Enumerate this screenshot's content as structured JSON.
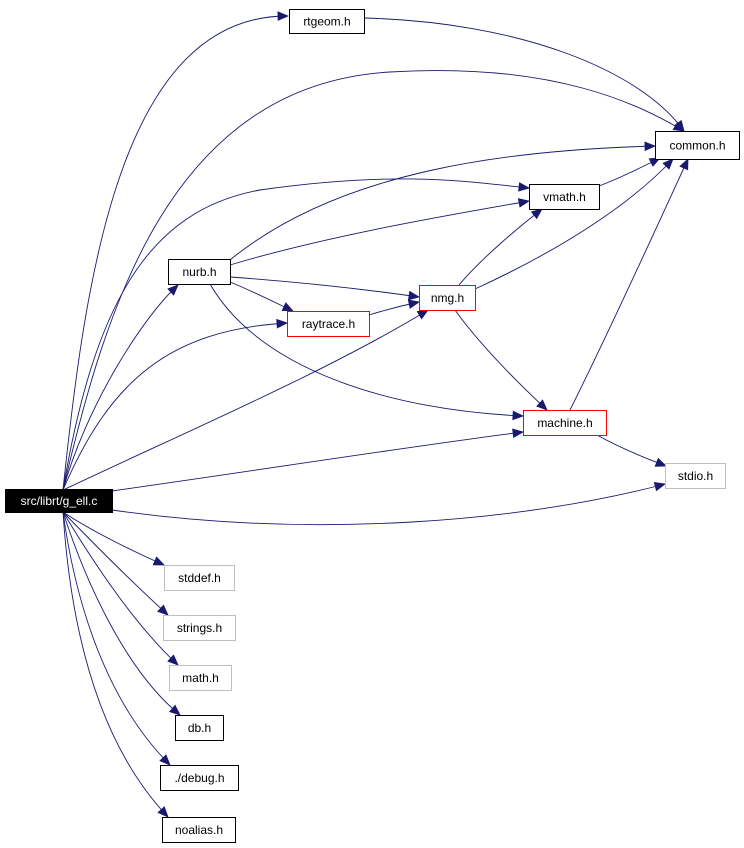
{
  "diagram": {
    "type": "include-dependency-graph",
    "colors": {
      "edge": "#191970",
      "root_fill": "#000000",
      "root_text": "#ffffff",
      "node_border": "#000000",
      "truncated_border": "#ff0000",
      "undocumented_border": "#bfbfbf",
      "text": "#000000"
    },
    "nodes": [
      {
        "id": "root",
        "label": "src/librt/g_ell.c",
        "style": "root"
      },
      {
        "id": "rtgeom",
        "label": "rtgeom.h",
        "style": "normal"
      },
      {
        "id": "common",
        "label": "common.h",
        "style": "normal"
      },
      {
        "id": "vmath",
        "label": "vmath.h",
        "style": "normal"
      },
      {
        "id": "nurb",
        "label": "nurb.h",
        "style": "normal"
      },
      {
        "id": "nmg",
        "label": "nmg.h",
        "style": "truncated"
      },
      {
        "id": "raytrace",
        "label": "raytrace.h",
        "style": "truncated"
      },
      {
        "id": "machine",
        "label": "machine.h",
        "style": "truncated"
      },
      {
        "id": "stdio",
        "label": "stdio.h",
        "style": "undocumented"
      },
      {
        "id": "stddef",
        "label": "stddef.h",
        "style": "undocumented"
      },
      {
        "id": "strings",
        "label": "strings.h",
        "style": "undocumented"
      },
      {
        "id": "math",
        "label": "math.h",
        "style": "undocumented"
      },
      {
        "id": "db",
        "label": "db.h",
        "style": "normal"
      },
      {
        "id": "debug",
        "label": "./debug.h",
        "style": "normal"
      },
      {
        "id": "noalias",
        "label": "noalias.h",
        "style": "normal"
      }
    ],
    "edges": [
      {
        "from": "root",
        "to": "rtgeom"
      },
      {
        "from": "root",
        "to": "common"
      },
      {
        "from": "root",
        "to": "vmath"
      },
      {
        "from": "root",
        "to": "nurb"
      },
      {
        "from": "root",
        "to": "raytrace"
      },
      {
        "from": "root",
        "to": "nmg"
      },
      {
        "from": "root",
        "to": "machine"
      },
      {
        "from": "root",
        "to": "stdio"
      },
      {
        "from": "root",
        "to": "stddef"
      },
      {
        "from": "root",
        "to": "strings"
      },
      {
        "from": "root",
        "to": "math"
      },
      {
        "from": "root",
        "to": "db"
      },
      {
        "from": "root",
        "to": "debug"
      },
      {
        "from": "root",
        "to": "noalias"
      },
      {
        "from": "rtgeom",
        "to": "common"
      },
      {
        "from": "vmath",
        "to": "common"
      },
      {
        "from": "nurb",
        "to": "common"
      },
      {
        "from": "nurb",
        "to": "vmath"
      },
      {
        "from": "nurb",
        "to": "nmg"
      },
      {
        "from": "nurb",
        "to": "raytrace"
      },
      {
        "from": "nurb",
        "to": "machine"
      },
      {
        "from": "raytrace",
        "to": "nmg"
      },
      {
        "from": "nmg",
        "to": "vmath"
      },
      {
        "from": "nmg",
        "to": "common"
      },
      {
        "from": "nmg",
        "to": "machine"
      },
      {
        "from": "machine",
        "to": "common"
      },
      {
        "from": "machine",
        "to": "stdio"
      }
    ]
  }
}
